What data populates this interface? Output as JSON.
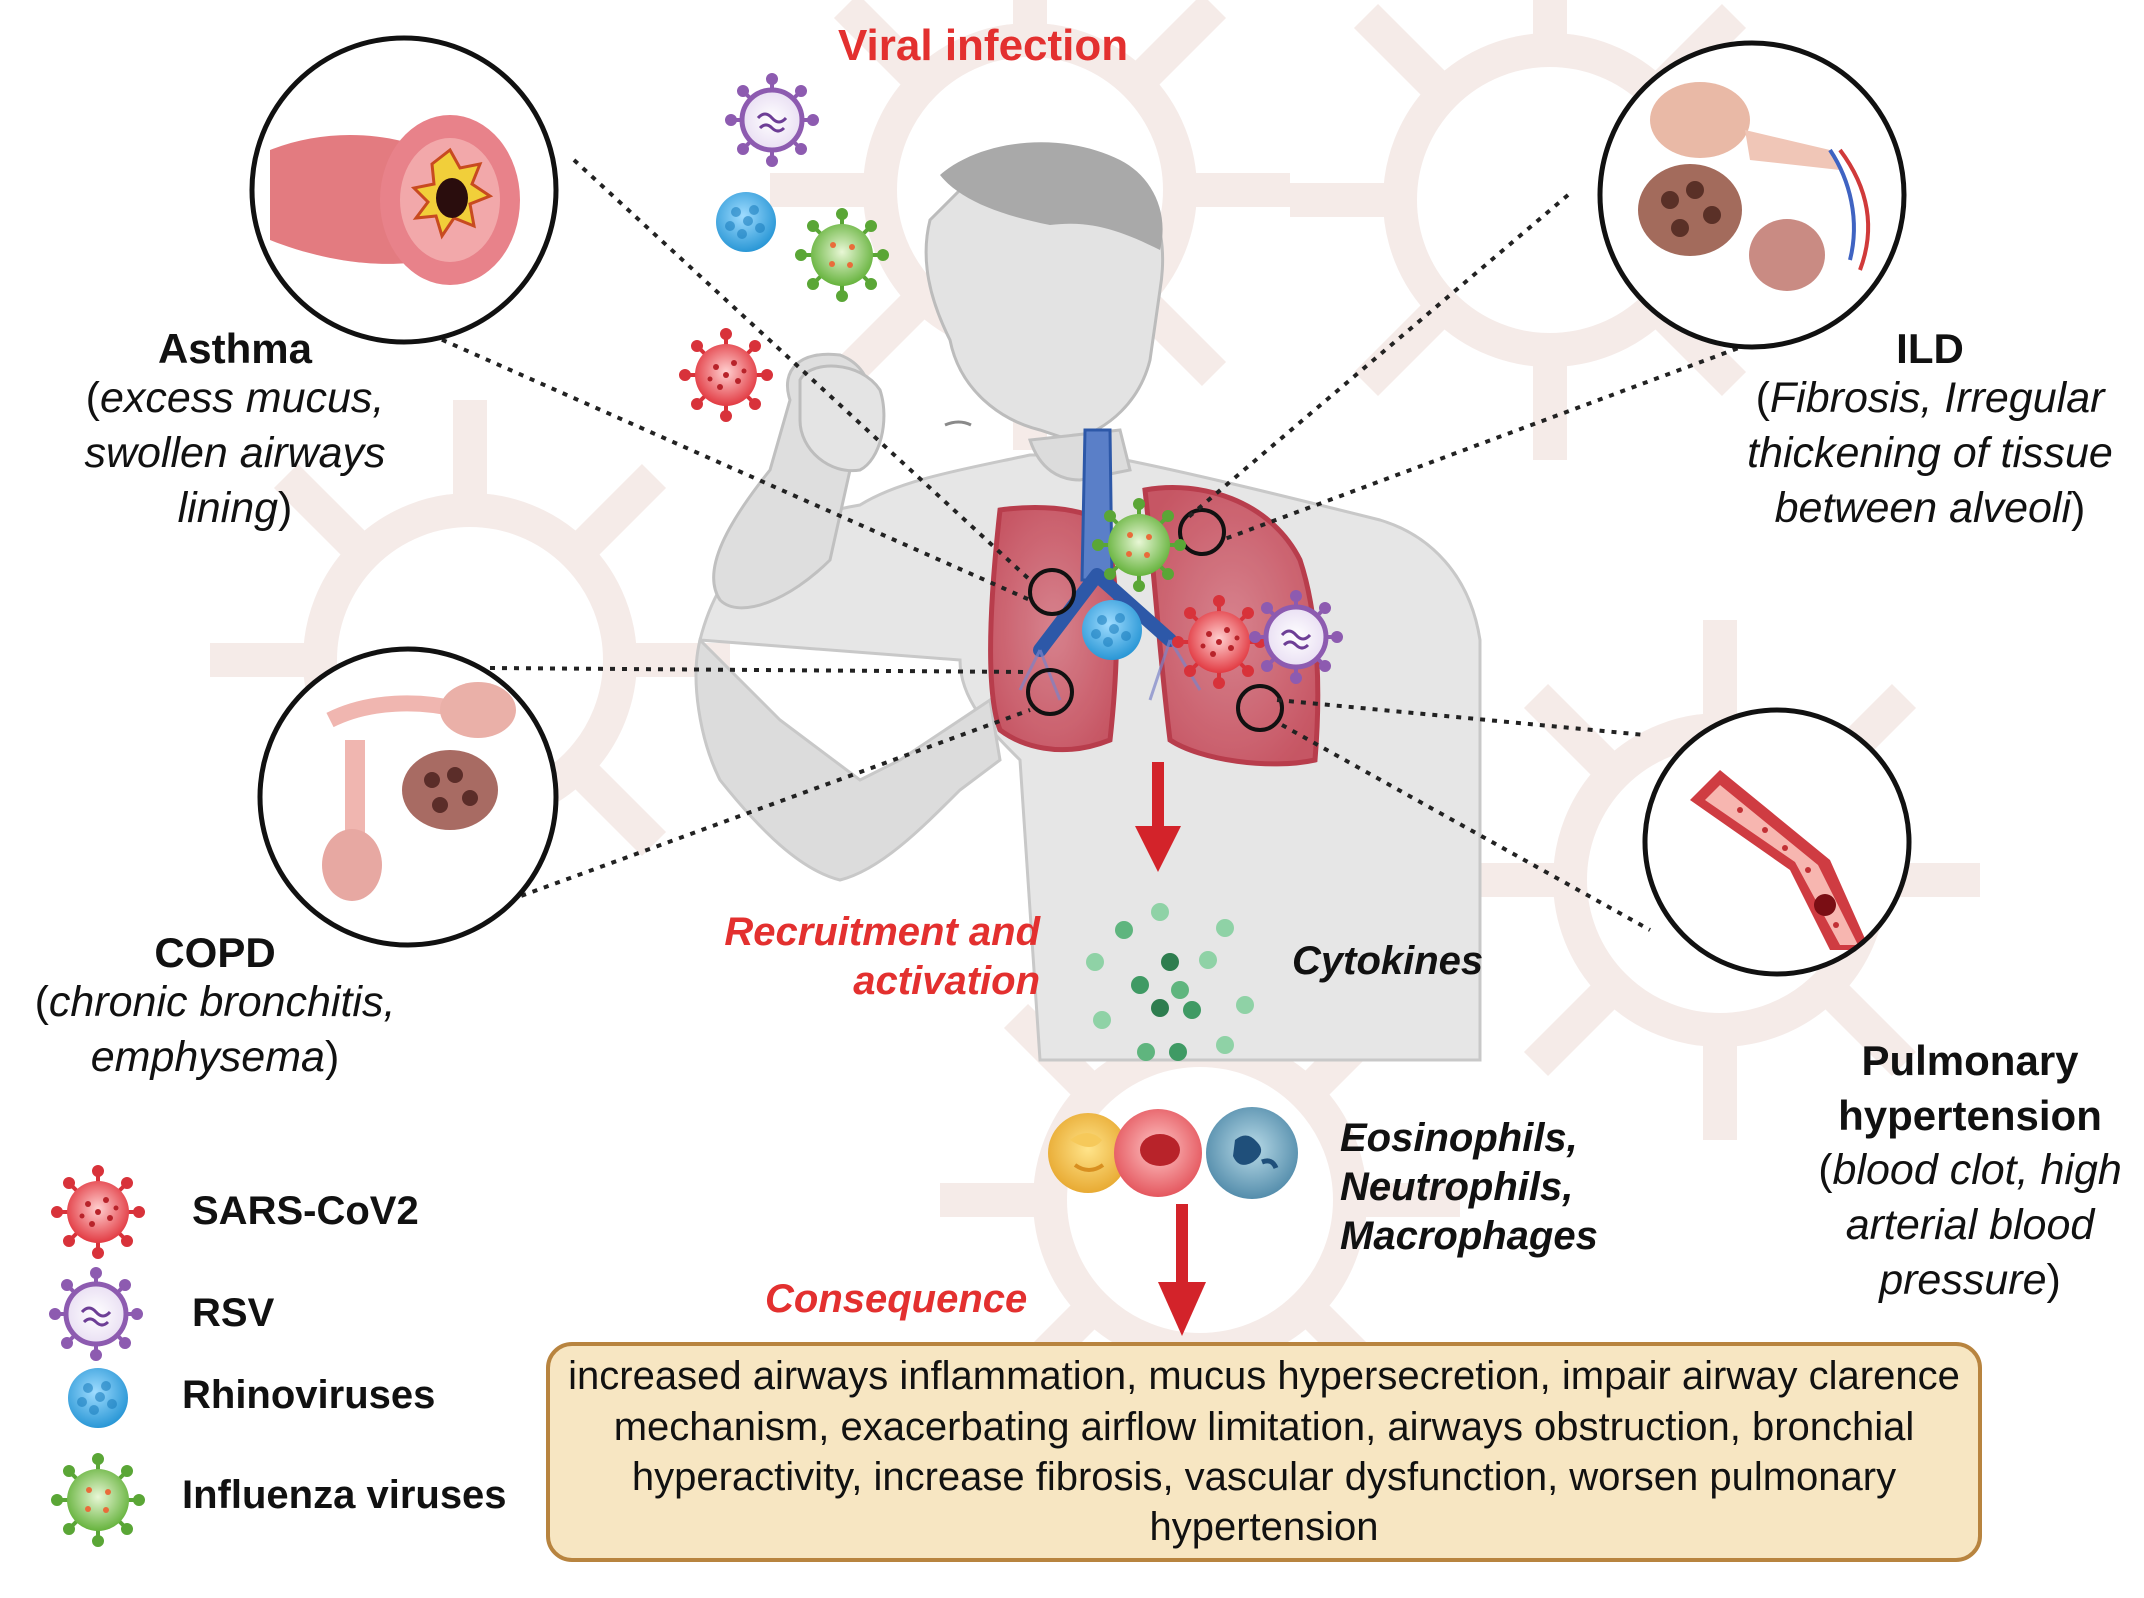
{
  "header": {
    "title": "Viral infection"
  },
  "diseases": {
    "asthma": {
      "title": "Asthma",
      "open": "(",
      "desc": "excess mucus, swollen airways lining",
      "close": ")"
    },
    "ild": {
      "title": "ILD",
      "open": "(",
      "desc": "Fibrosis, Irregular thickening of tissue between alveoli",
      "close": ")"
    },
    "copd": {
      "title": "COPD",
      "open": "(",
      "desc": "chronic bronchitis, emphysema",
      "close": ")"
    },
    "ph": {
      "title": "Pulmonary hypertension",
      "open": "(",
      "desc": "blood clot, high arterial blood pressure",
      "close": ")"
    }
  },
  "flow": {
    "recruitment": "Recruitment and activation",
    "cytokines": "Cytokines",
    "cells": "Eosinophils, Neutrophils, Macrophages",
    "consequence_label": "Consequence",
    "consequence_text": "increased airways inflammation, mucus hypersecretion, impair airway clarence mechanism, exacerbating airflow limitation, airways obstruction, bronchial hyperactivity, increase  fibrosis, vascular dysfunction,  worsen pulmonary hypertension"
  },
  "legend": [
    {
      "label": "SARS-CoV2",
      "icon": "sars-cov2-icon",
      "color": "#e8444a"
    },
    {
      "label": "RSV",
      "icon": "rsv-icon",
      "color": "#8d5bb0"
    },
    {
      "label": "Rhinoviruses",
      "icon": "rhinovirus-icon",
      "color": "#3aa7de"
    },
    {
      "label": "Influenza viruses",
      "icon": "influenza-icon",
      "color": "#7cc04b"
    }
  ],
  "colors": {
    "accent_red": "#e3302f",
    "lung": "#e8707a",
    "box_fill": "#f7e6c2",
    "box_border": "#b8843f",
    "cytokine": "#2e8b57"
  }
}
